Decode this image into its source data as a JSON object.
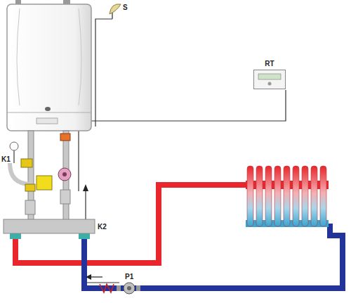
{
  "diagram": {
    "nodes": [
      {
        "text": [
          "RT"
        ]
      }
    ],
    "labels": [
      "S",
      "K1",
      "K2",
      "P1"
    ]
  }
}
